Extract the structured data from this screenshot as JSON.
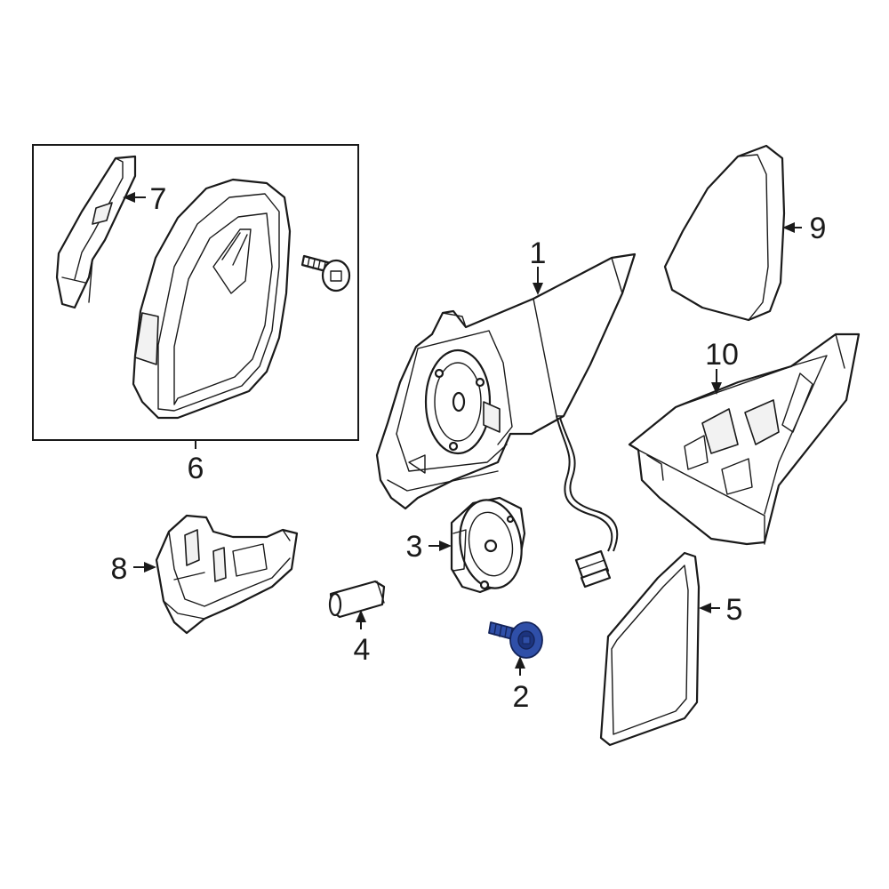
{
  "diagram": {
    "type": "exploded parts diagram",
    "highlight_color": "#2f4fa8",
    "line_color": "#1a1a1a",
    "background": "#ffffff",
    "highlighted_part": "2",
    "callouts": {
      "c1": "1",
      "c2": "2",
      "c3": "3",
      "c4": "4",
      "c5": "5",
      "c6": "6",
      "c7": "7",
      "c8": "8",
      "c9": "9",
      "c10": "10"
    }
  }
}
